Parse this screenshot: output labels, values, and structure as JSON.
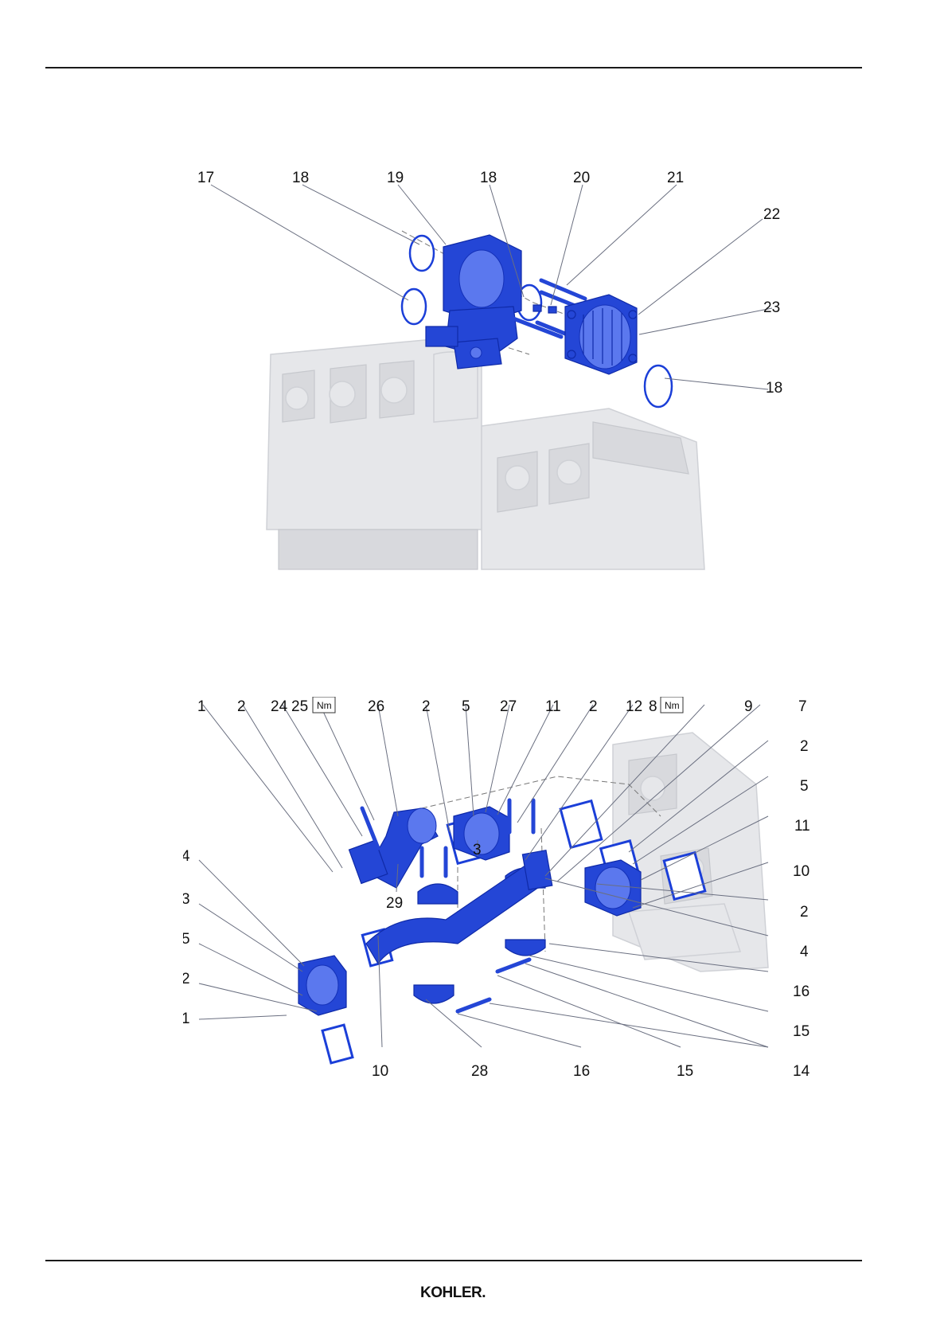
{
  "brand": {
    "logo_text": "KOHLER."
  },
  "figure_top": {
    "callouts": [
      "17",
      "18",
      "19",
      "18",
      "20",
      "21",
      "22",
      "23",
      "18"
    ]
  },
  "figure_bottom": {
    "callouts": [
      "1",
      "2",
      "24",
      "25",
      "26",
      "2",
      "5",
      "27",
      "11",
      "2",
      "12",
      "8",
      "9",
      "7",
      "2",
      "5",
      "11",
      "10",
      "2",
      "4",
      "16",
      "15",
      "14",
      "15",
      "16",
      "28",
      "10",
      "1",
      "2",
      "5",
      "3",
      "4",
      "3",
      "29"
    ],
    "torque_label": "Nm"
  }
}
